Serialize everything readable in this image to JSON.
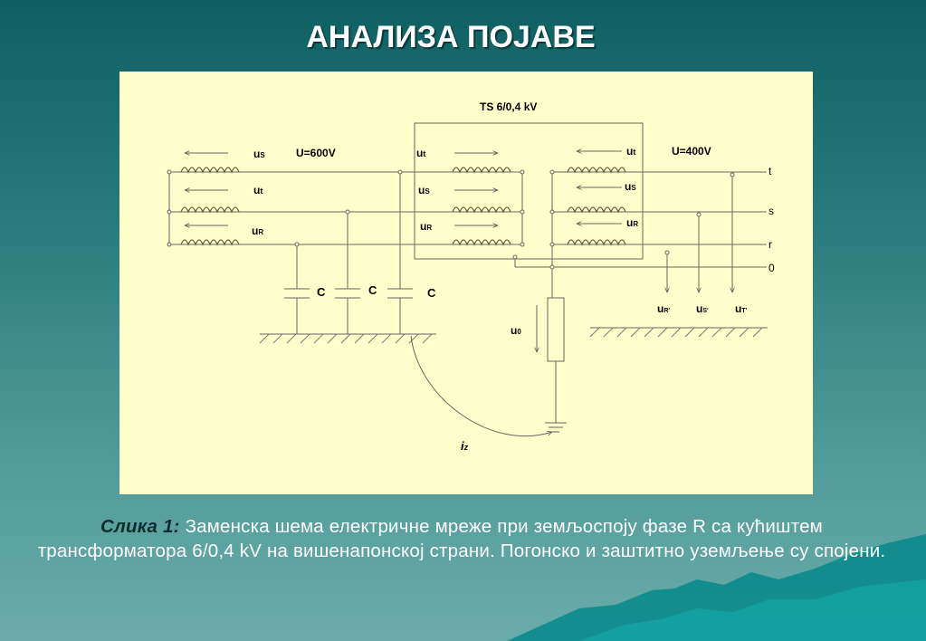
{
  "slide": {
    "title": "АНАЛИЗА ПОЈАВЕ"
  },
  "diagram": {
    "ts_label": "TS 6/0,4 kV",
    "hv_voltage": "U=600V",
    "lv_voltage": "U=400V",
    "phase_labels": {
      "left_us": "u",
      "left_us_sub": "S",
      "left_ut": "u",
      "left_ut_sub": "t",
      "left_ur": "u",
      "left_ur_sub": "R",
      "mid_ut": "u",
      "mid_ut_sub": "t",
      "mid_us": "u",
      "mid_us_sub": "S",
      "mid_ur": "u",
      "mid_ur_sub": "R",
      "right_ut": "u",
      "right_ut_sub": "t",
      "right_us": "u",
      "right_us_sub": "S",
      "right_ur": "u",
      "right_ur_sub": "R"
    },
    "capacitor_labels": [
      "C",
      "C",
      "C"
    ],
    "lv_lines": [
      "t",
      "s",
      "r",
      "0"
    ],
    "load_labels": [
      {
        "u": "u",
        "sub": "R'"
      },
      {
        "u": "u",
        "sub": "S'"
      },
      {
        "u": "u",
        "sub": "T'"
      }
    ],
    "u0": {
      "u": "u",
      "sub": "0"
    },
    "iz": {
      "i": "i",
      "sub": "z"
    }
  },
  "caption": {
    "label": "Слика 1:",
    "text": " Заменска шема електричне мреже при земљоспоју фазе R са кућиштем трансформатора 6/0,4 kV на вишенапонској страни. Погонско и заштитно уземљење су спојени."
  },
  "colors": {
    "panel_bg": "#ffffcc",
    "line": "#555555",
    "coil": "#6b5a3a"
  }
}
